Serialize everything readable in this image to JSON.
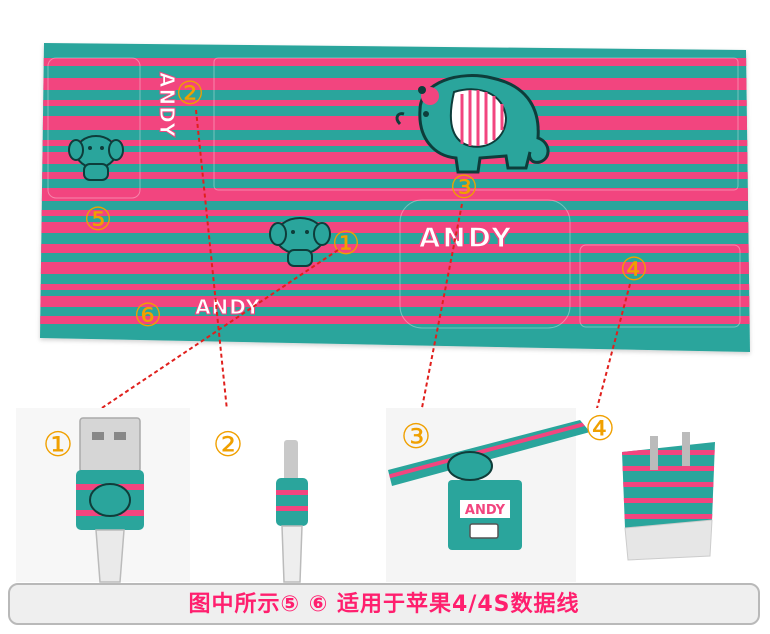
{
  "sticker": {
    "brand_large": "ANDY",
    "brand_small": "ANDY",
    "brand_vertical": "ANDY"
  },
  "markers": {
    "m1": "①",
    "m2": "②",
    "m3": "③",
    "m4": "④",
    "m5": "⑤",
    "m6": "⑥"
  },
  "products": {
    "charger_brand": "ANDY"
  },
  "caption": "图中所示⑤ ⑥ 适用于苹果4/4S数据线",
  "colors": {
    "teal": "#2aa59c",
    "pink": "#f2457f",
    "marker": "#f0a000",
    "leader": "#e0201d",
    "caption_text": "#ff1f6e"
  }
}
